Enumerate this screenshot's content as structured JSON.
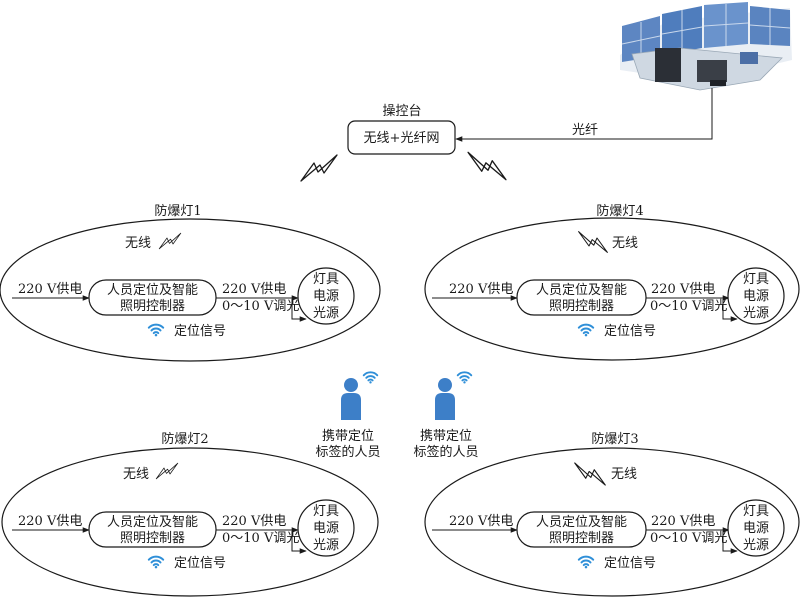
{
  "console": {
    "title": "操控台",
    "box_label": "无线+光纤网",
    "fiber_label": "光纤"
  },
  "person_label": [
    "携带定位",
    "标签的人员"
  ],
  "lamps": [
    {
      "title": "防爆灯1",
      "wireless": "无线",
      "power_in": "220 V供电",
      "controller": [
        "人员定位及智能",
        "照明控制器"
      ],
      "power_out": "220 V供电",
      "dimming": "0～10 V调光",
      "lamp": [
        "灯具",
        "电源",
        "光源"
      ],
      "signal": "定位信号"
    },
    {
      "title": "防爆灯4",
      "wireless": "无线",
      "power_in": "220 V供电",
      "controller": [
        "人员定位及智能",
        "照明控制器"
      ],
      "power_out": "220 V供电",
      "dimming": "0～10 V调光",
      "lamp": [
        "灯具",
        "电源",
        "光源"
      ],
      "signal": "定位信号"
    },
    {
      "title": "防爆灯2",
      "wireless": "无线",
      "power_in": "220 V供电",
      "controller": [
        "人员定位及智能",
        "照明控制器"
      ],
      "power_out": "220 V供电",
      "dimming": "0～10 V调光",
      "lamp": [
        "灯具",
        "电源",
        "光源"
      ],
      "signal": "定位信号"
    },
    {
      "title": "防爆灯3",
      "wireless": "无线",
      "power_in": "220 V供电",
      "controller": [
        "人员定位及智能",
        "照明控制器"
      ],
      "power_out": "220 V供电",
      "dimming": "0～10 V调光",
      "lamp": [
        "灯具",
        "电源",
        "光源"
      ],
      "signal": "定位信号"
    }
  ],
  "icons": {
    "lightning": "lightning-bolt-icon",
    "wifi": "wifi-icon",
    "person": "person-icon",
    "control_room": "control-room-icon"
  },
  "colors": {
    "line": "#1a1a1a",
    "wifi": "#2f8fd8",
    "person": "#3d7fc8"
  }
}
